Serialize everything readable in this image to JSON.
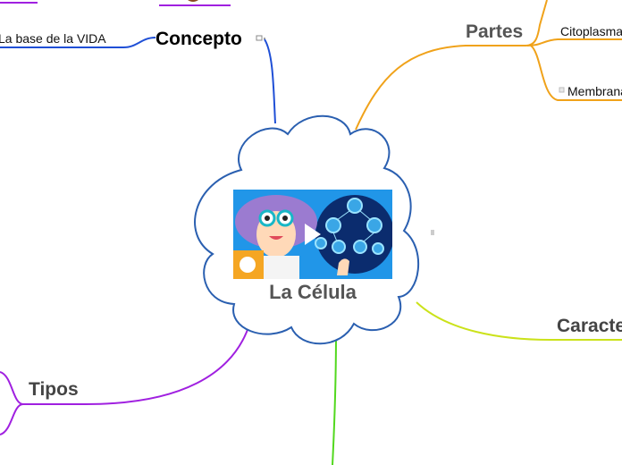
{
  "central": {
    "title": "La Célula"
  },
  "branches": {
    "concepto": {
      "label": "Concepto",
      "children": [
        "La base de la VIDA"
      ]
    },
    "partes": {
      "label": "Partes",
      "children": [
        "Citoplasma",
        "Membrana"
      ]
    },
    "tipos": {
      "label": "Tipos"
    },
    "caracteristicas": {
      "label": "Caracte"
    }
  },
  "colors": {
    "concepto": "#1f4fd6",
    "partes": "#f0a21a",
    "tipos": "#a020e0",
    "caracteristicas": "#cbe21a",
    "bottom": "#52d81e",
    "cloud_stroke": "#2a5fb0"
  },
  "icons": {
    "video_play": "play-icon",
    "note": "note-icon"
  }
}
